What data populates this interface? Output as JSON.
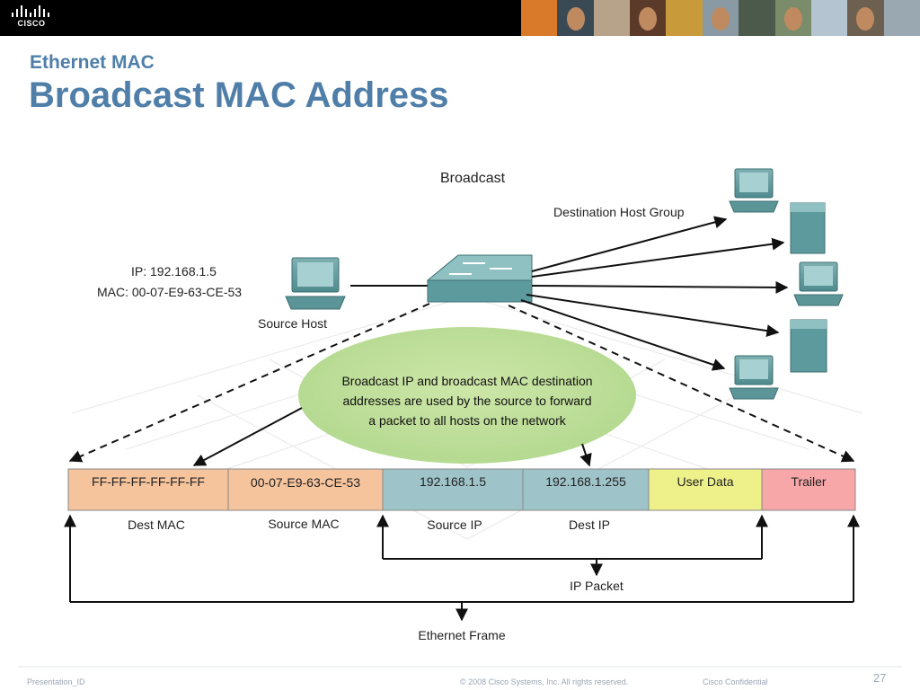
{
  "header": {
    "logo_text": "CISCO",
    "photo_colors": [
      "#d97a2a",
      "#3a4a55",
      "#b7a38a",
      "#5b3a2a",
      "#c89a3a",
      "#8a9aa4",
      "#4b5a4a",
      "#7a8c6a",
      "#b4c4d0",
      "#6d6050",
      "#9aa8b2"
    ]
  },
  "slide": {
    "subtitle": "Ethernet MAC",
    "title": "Broadcast MAC Address"
  },
  "diagram": {
    "broadcast_label": "Broadcast",
    "dest_group_label": "Destination Host Group",
    "source_ip": "IP: 192.168.1.5",
    "source_mac": "MAC: 00-07-E9-63-CE-53",
    "source_host_label": "Source Host",
    "bubble_lines": [
      "Broadcast IP and broadcast MAC destination",
      "addresses are used by the source to forward",
      "a packet to all hosts on the network"
    ],
    "frame_fields": [
      {
        "label": "FF-FF-FF-FF-FF-FF",
        "color": "#f5c39c"
      },
      {
        "label": "00-07-E9-63-CE-53",
        "color": "#f5c39c"
      },
      {
        "label": "192.168.1.5",
        "color": "#9ec3c9"
      },
      {
        "label": "192.168.1.255",
        "color": "#9ec3c9"
      },
      {
        "label": "User Data",
        "color": "#eef08a"
      },
      {
        "label": "Trailer",
        "color": "#f7a7a7"
      }
    ],
    "field_captions": [
      "Dest MAC",
      "Source MAC",
      "Source IP",
      "Dest IP"
    ],
    "ip_packet_label": "IP Packet",
    "ethernet_frame_label": "Ethernet Frame"
  },
  "footer": {
    "presentation_id": "Presentation_ID",
    "copyright": "© 2008 Cisco Systems, Inc. All rights reserved.",
    "confidential": "Cisco Confidential",
    "page_number": "27"
  }
}
